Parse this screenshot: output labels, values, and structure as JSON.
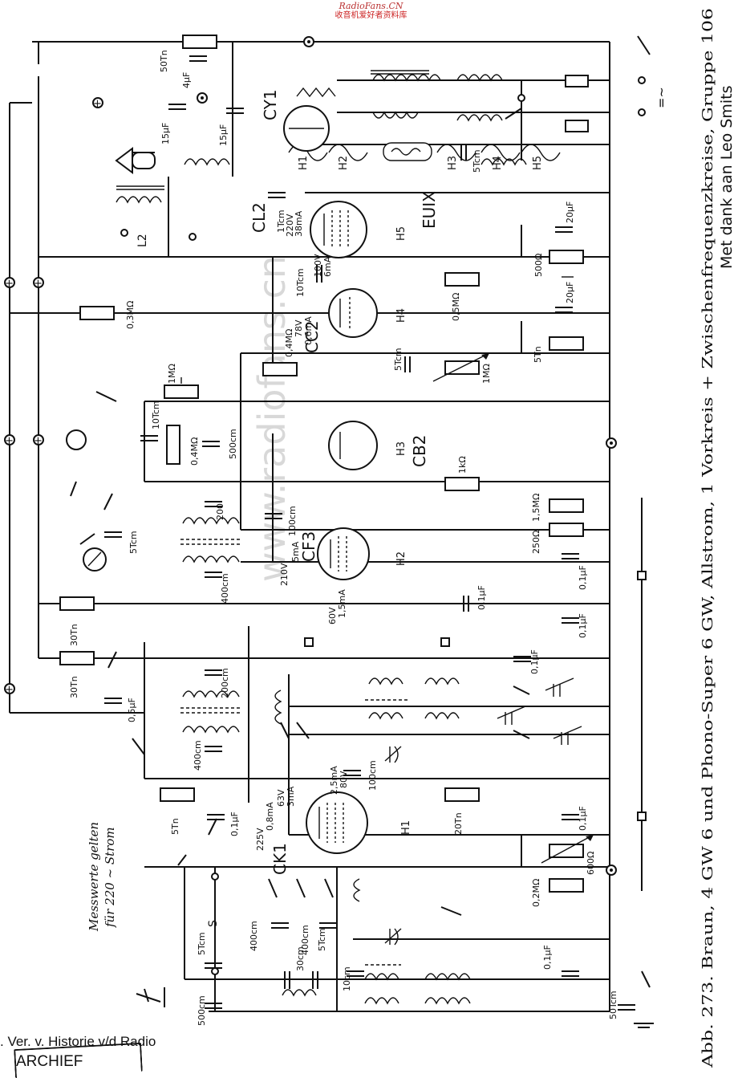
{
  "header": {
    "site": "RadioFans.CN",
    "site_cn": "收音机爱好者资料库"
  },
  "caption": {
    "line1": "Abb. 273. Braun, 4 GW 6 und Phono-Super 6 GW, Allstrom, 1 Vorkreis + Zwischenfrequenzkreise, Gruppe 106",
    "line2": "Met dank aan Leo Smits"
  },
  "note": {
    "line1": "Messwerte gelten",
    "line2": "für 220 ~ Strom"
  },
  "watermark": "www.radiofans.cn",
  "footer": {
    "text": ". Ver. v. Historie v/d Radio",
    "archief": "ARCHIEF"
  },
  "tubes": {
    "cy1": "CY1",
    "cl2": "CL2",
    "euix": "EUIX",
    "cc2": "CC2",
    "cb2": "CB2",
    "cf3": "CF3",
    "ck1": "CK1"
  },
  "heaters": {
    "h1": "H1",
    "h2": "H2",
    "h3": "H3",
    "h4": "H4",
    "h5": "H5"
  },
  "mains": {
    "symbol": "=~"
  },
  "labels": {
    "r_50k": "50Tn",
    "c_4uf": "4μF",
    "c_15uf_a": "15μF",
    "c_15uf_b": "15μF",
    "c_20uf_a": "20μF",
    "c_20uf_b": "20μF",
    "c_5kcm_top": "5Tcm",
    "c_1kcm": "1Tcm",
    "v_220": "220V",
    "ma_38": "38mA",
    "v_100": "100V",
    "ma_6": "6mA",
    "c_10kcm": "10Tcm",
    "r_500": "500Ω",
    "r_03m": "0,3MΩ",
    "r_04m": "0,4MΩ",
    "v_78": "78V",
    "ma_06": "0,6mA",
    "r_05m": "0,5MΩ",
    "r_5k_a": "5Tn",
    "r_1m_a": "1MΩ",
    "c_5kcm_mid": "5Tcm",
    "r_1m_b": "1MΩ",
    "c_10kcm_b": "10Tcm",
    "r_04m_b": "0,4MΩ",
    "c_500cm": "500cm",
    "r_1k": "1kΩ",
    "c_200": "200",
    "c_5kcm_c": "5Tcm",
    "r_15m": "1,5MΩ",
    "c_100cm": "100cm",
    "r_250": "250Ω",
    "v_210": "210V",
    "ma_5": "5mA",
    "c_400cm": "400cm",
    "c_01uf_a": "0,1μF",
    "c_01uf_b": "0,1μF",
    "v_60": "60V",
    "ma_15": "1,5mA",
    "r_30k_a": "30Tn",
    "r_30k_b": "30Tn",
    "c_01uf_c": "0,1μF",
    "c_01uf_d": "0,1μF",
    "c_05uf": "0,5μF",
    "c_200cm": "200cm",
    "c_400cm_b": "400cm",
    "c_100cm_b": "100cm",
    "r_5k_b": "5Tn",
    "c_01uf_e": "0,1μF",
    "v_225": "225V",
    "ma_08": "0,8mA",
    "v_63": "63V",
    "ma_3": "3mA",
    "ma_25": "2,5mA",
    "v_80": "80V",
    "r_20k": "20Tn",
    "c_01uf_f": "0,1μF",
    "r_600": "600Ω",
    "r_02m": "0,2MΩ",
    "c_400cm_c": "400cm",
    "c_400cm_d": "400cm",
    "c_5kcm_d": "5Tcm",
    "c_30cm": "30cm",
    "c_10cm": "10cm",
    "c_01uf_g": "0,1μF",
    "c_5kcm_e": "5Tcm",
    "c_500cm_b": "500cm",
    "c_50cm": "50Tcm",
    "s": "S",
    "l2": "L2"
  }
}
